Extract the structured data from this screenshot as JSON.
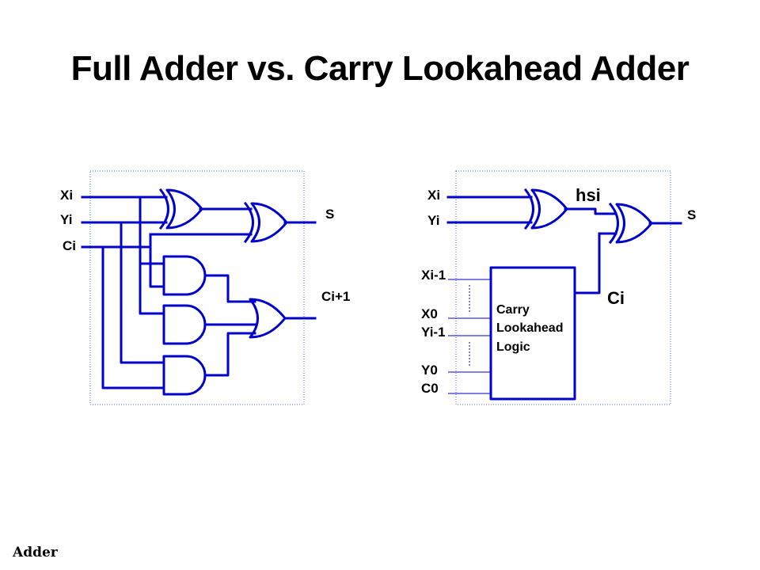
{
  "title": "Full Adder vs. Carry Lookahead Adder",
  "footer": "Adder",
  "colors": {
    "wire": "#0000cc",
    "frame": "#4a6fd6",
    "text": "#000000"
  },
  "full_adder": {
    "inputs": [
      "Xi",
      "Yi",
      "Ci"
    ],
    "sum_output": "S",
    "carry_output": "Ci+1"
  },
  "carry_lookahead_adder": {
    "inputs": [
      "Xi",
      "Yi"
    ],
    "half_sum_label": "hsi",
    "sum_output": "S",
    "carry_label": "Ci",
    "block_lines": [
      "Carry",
      "Lookahead",
      "Logic"
    ],
    "block_inputs": [
      "Xi-1",
      "X0",
      "Yi-1",
      "Y0",
      "C0"
    ]
  }
}
